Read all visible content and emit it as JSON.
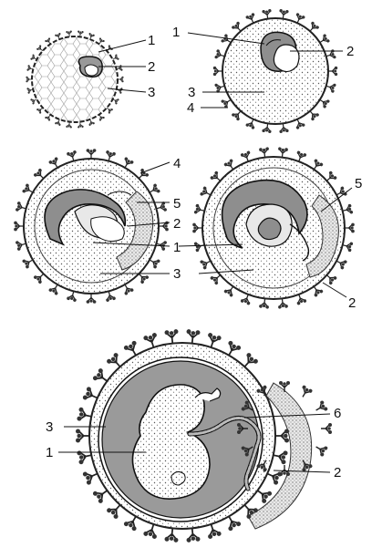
{
  "labels": {
    "fig1": [
      "1",
      "2",
      "3"
    ],
    "fig2": [
      "1",
      "2",
      "3",
      "4"
    ],
    "fig3": [
      "4",
      "5",
      "2",
      "1",
      "3"
    ],
    "fig4": [
      "5",
      "1",
      "3",
      "2"
    ],
    "fig5": [
      "6",
      "3",
      "1",
      "2"
    ]
  },
  "colors": {
    "ink": "#111111",
    "stipple": "#b9b9b9",
    "embryo": "#8e8e8e",
    "amnion_cavity": "#e8e8e8",
    "background": "#ffffff"
  }
}
